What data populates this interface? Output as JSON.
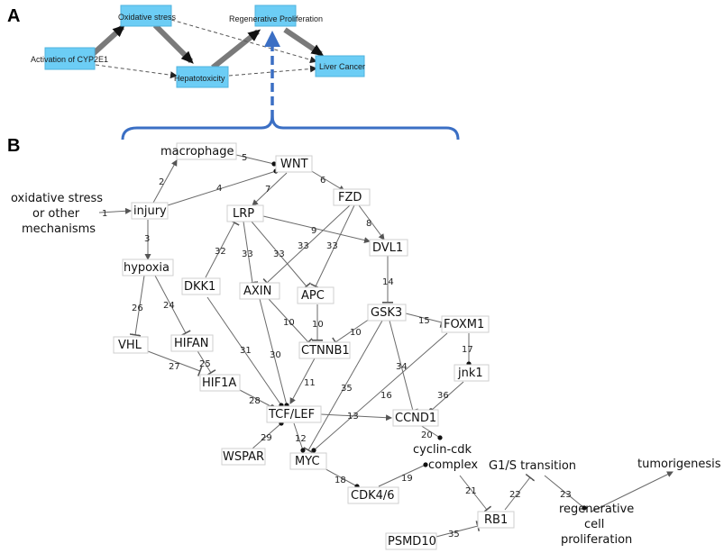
{
  "panel_a": {
    "label": "A",
    "nodes": {
      "oxidative_stress": "Oxidative stress",
      "regenerative_proliferation": "Regenerative Proliferation",
      "activation_cyp2e1": "Activation of CYP2E1",
      "hepatotoxicity": "Hepatotoxicity",
      "liver_cancer": "Liver Cancer"
    }
  },
  "panel_b": {
    "label": "B",
    "nodes": {
      "macrophage": "macrophage",
      "wnt": "WNT",
      "fzd": "FZD",
      "injury": "injury",
      "lrp": "LRP",
      "dvl1": "DVL1",
      "hypoxia": "hypoxia",
      "dkk1": "DKK1",
      "axin": "AXIN",
      "apc": "APC",
      "gsk3": "GSK3",
      "foxm1": "FOXM1",
      "vhl": "VHL",
      "hifan": "HIFAN",
      "ctnnb1": "CTNNB1",
      "jnk1": "jnk1",
      "hif1a": "HIF1A",
      "tcf_lef": "TCF/LEF",
      "ccnd1": "CCND1",
      "wspar": "WSPAR",
      "myc": "MYC",
      "cdk46": "CDK4/6",
      "rb1": "RB1",
      "psmd10": "PSMD10"
    },
    "text_nodes": {
      "oxidative_line1": "oxidative stress",
      "oxidative_line2": "or other",
      "oxidative_line3": "mechanisms",
      "cyclin_line1": "cyclin-cdk",
      "cyclin_line2": "complex",
      "g1s": "G1/S transition",
      "tumorigenesis": "tumorigenesis",
      "regen_line1": "regenerative",
      "regen_line2": "cell",
      "regen_line3": "proliferation"
    },
    "edge_numbers": [
      "1",
      "2",
      "3",
      "4",
      "5",
      "6",
      "7",
      "8",
      "9",
      "10",
      "10",
      "10",
      "11",
      "12",
      "13",
      "14",
      "15",
      "16",
      "17",
      "18",
      "19",
      "20",
      "21",
      "22",
      "23",
      "24",
      "25",
      "26",
      "27",
      "28",
      "29",
      "30",
      "31",
      "32",
      "33",
      "33",
      "33",
      "33",
      "34",
      "35",
      "35",
      "36"
    ]
  },
  "colors": {
    "panel_a_node_fill": "#6ccdf5",
    "panel_a_thick_arrow": "#7a7a7a",
    "panel_a_dashed_arrow": "#555555",
    "bracket_blue": "#3b6fc4",
    "edge_gray": "#6a6a6a"
  }
}
